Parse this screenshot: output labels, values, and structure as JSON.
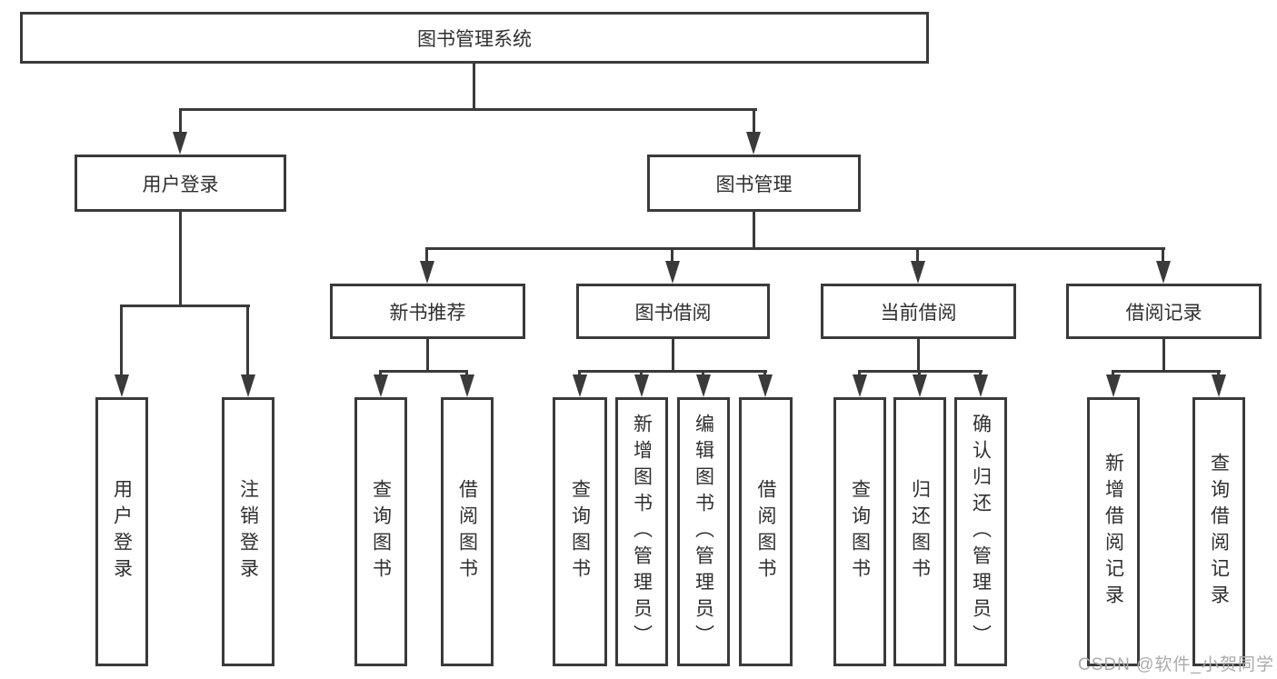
{
  "colors": {
    "line": "#3a3a3a",
    "text": "#2f2f2f",
    "watermark": "#ababab",
    "background": "#ffffff"
  },
  "nodes": {
    "root": "图书管理系统",
    "user_login": "用户登录",
    "book_management": "图书管理",
    "new_book_recommend": "新书推荐",
    "book_borrow": "图书借阅",
    "current_borrow": "当前借阅",
    "borrow_record": "借阅记录",
    "leaf_user_login": "用户登录",
    "leaf_logout": "注销登录",
    "leaf_query_book_1": "查询图书",
    "leaf_borrow_book_1": "借阅图书",
    "leaf_query_book_2": "查询图书",
    "leaf_add_book_admin": "新增图书（管理员）",
    "leaf_edit_book_admin": "编辑图书（管理员）",
    "leaf_borrow_book_2": "借阅图书",
    "leaf_query_book_3": "查询图书",
    "leaf_return_book": "归还图书",
    "leaf_confirm_return_admin": "确认归还（管理员）",
    "leaf_add_borrow_record": "新增借阅记录",
    "leaf_query_borrow_record": "查询借阅记录"
  },
  "watermark": {
    "text": "CSDN @软件_小贺同学"
  },
  "hierarchy": {
    "label": "图书管理系统",
    "children": [
      {
        "label": "用户登录",
        "children": [
          {
            "label": "用户登录"
          },
          {
            "label": "注销登录"
          }
        ]
      },
      {
        "label": "图书管理",
        "children": [
          {
            "label": "新书推荐",
            "children": [
              {
                "label": "查询图书"
              },
              {
                "label": "借阅图书"
              }
            ]
          },
          {
            "label": "图书借阅",
            "children": [
              {
                "label": "查询图书"
              },
              {
                "label": "新增图书（管理员）"
              },
              {
                "label": "编辑图书（管理员）"
              },
              {
                "label": "借阅图书"
              }
            ]
          },
          {
            "label": "当前借阅",
            "children": [
              {
                "label": "查询图书"
              },
              {
                "label": "归还图书"
              },
              {
                "label": "确认归还（管理员）"
              }
            ]
          },
          {
            "label": "借阅记录",
            "children": [
              {
                "label": "新增借阅记录"
              },
              {
                "label": "查询借阅记录"
              }
            ]
          }
        ]
      }
    ]
  }
}
